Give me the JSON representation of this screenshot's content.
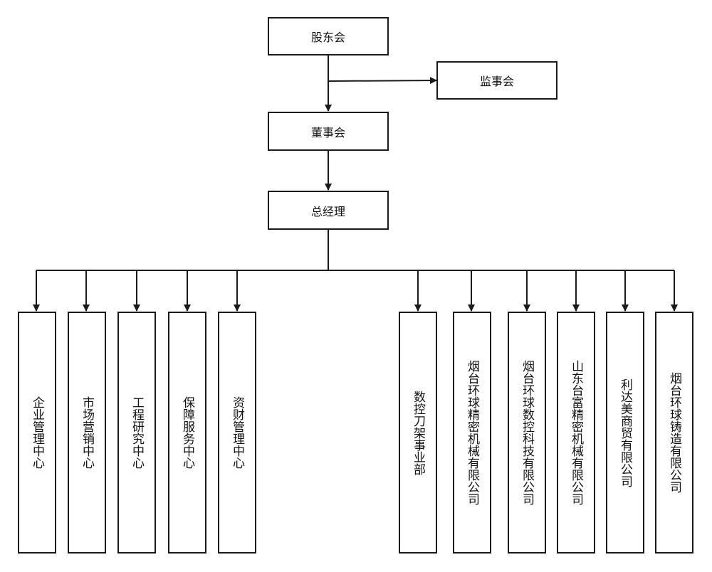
{
  "diagram": {
    "top": {
      "shareholders": "股东会",
      "supervisory_board": "监事会",
      "board_of_directors": "董事会",
      "general_manager": "总经理"
    },
    "departments": [
      "企业管理中心",
      "市场营销中心",
      "工程研究中心",
      "保障服务中心",
      "资财管理中心",
      "数控刀架事业部",
      "烟台环球精密机械有限公司",
      "烟台环球数控科技有限公司",
      "山东台富精密机械有限公司",
      "利达美商贸有限公司",
      "烟台环球铸造有限公司"
    ]
  }
}
